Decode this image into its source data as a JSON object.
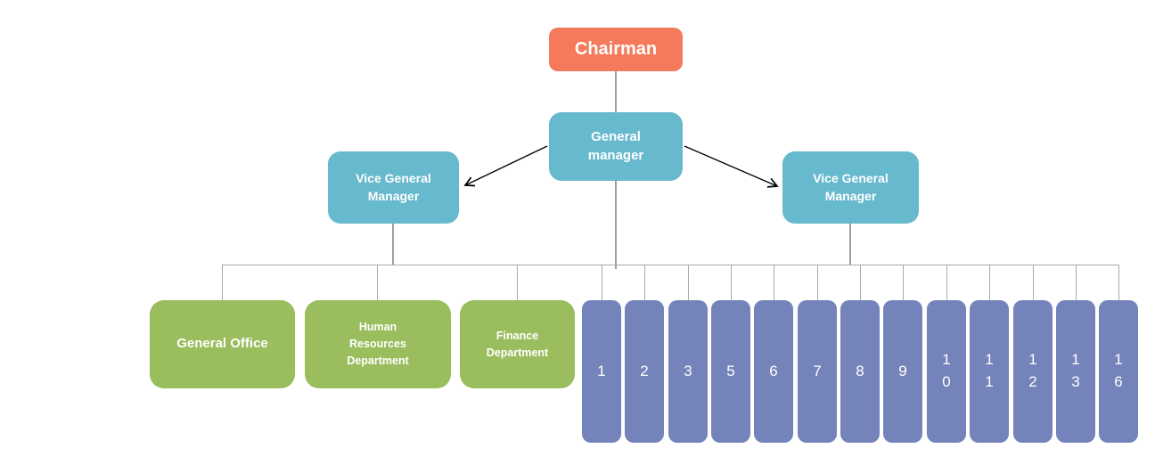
{
  "diagram": {
    "type": "org-chart",
    "nodes": {
      "chairman": {
        "label": "Chairman",
        "color": "#f5795b"
      },
      "general_manager": {
        "label": "General manager",
        "color": "#67b9cd"
      },
      "vice_general_manager_left": {
        "label": "Vice General Manager",
        "color": "#67b9cd"
      },
      "vice_general_manager_right": {
        "label": "Vice General Manager",
        "color": "#67b9cd"
      },
      "departments": [
        {
          "label": "General Office",
          "color": "#9abd5e"
        },
        {
          "label": "Human Resources Department",
          "color": "#9abd5e"
        },
        {
          "label": "Finance Department",
          "color": "#9abd5e"
        }
      ],
      "numbered_units": [
        "1",
        "2",
        "3",
        "5",
        "6",
        "7",
        "8",
        "9",
        "10",
        "11",
        "12",
        "13",
        "16"
      ],
      "numbered_unit_color": "#7583bb"
    },
    "edges": {
      "connector_color": "#9f9f9f",
      "arrow_color": "#000000",
      "arrows": [
        {
          "from": "general_manager",
          "to": "vice_general_manager_left"
        },
        {
          "from": "general_manager",
          "to": "vice_general_manager_right"
        }
      ]
    }
  }
}
